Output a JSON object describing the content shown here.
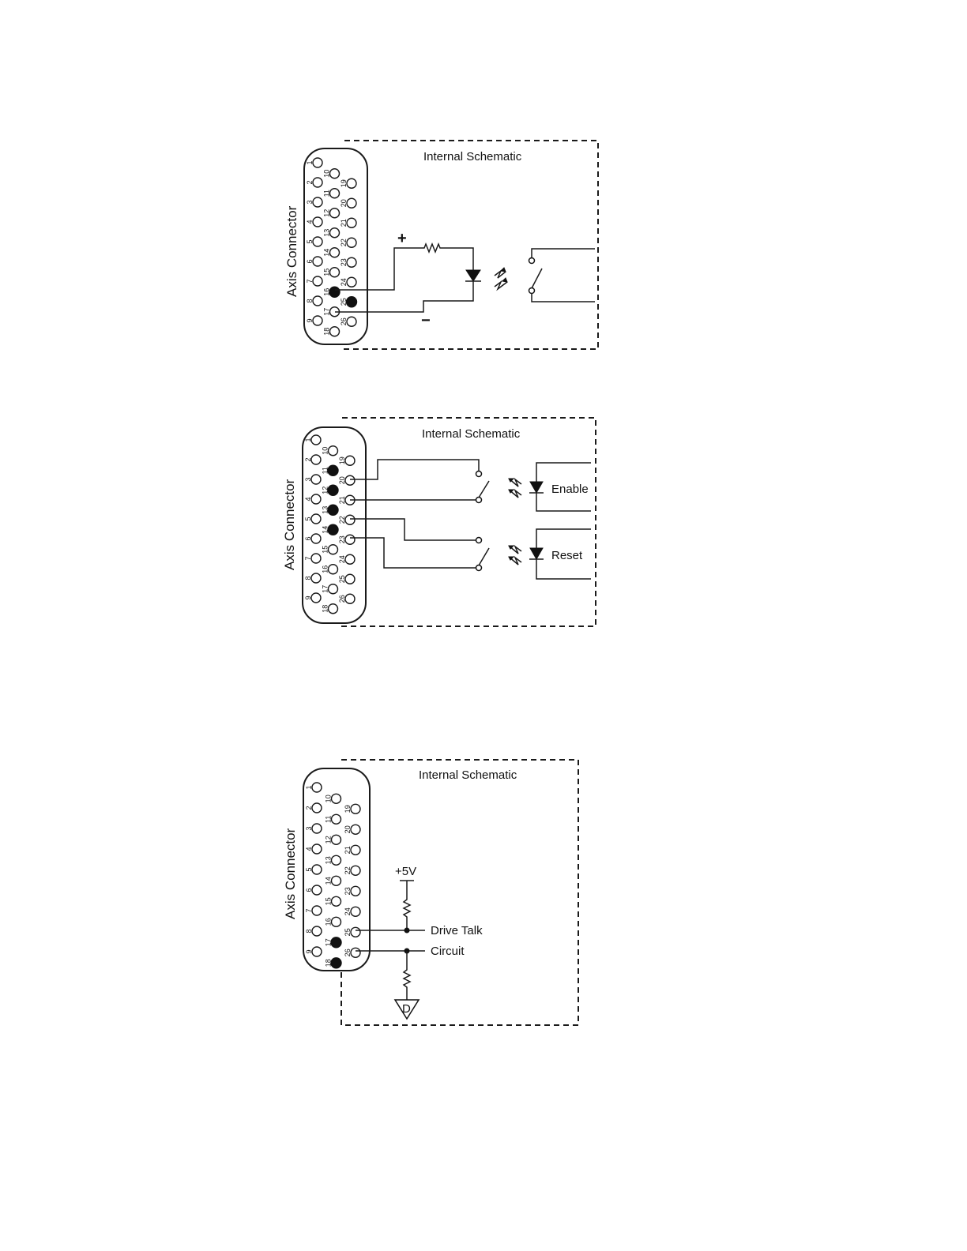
{
  "diagrams": [
    {
      "id": "d1",
      "title": "Internal Schematic",
      "connector_label": "Axis Connector",
      "used_pins": [
        16,
        25
      ],
      "plus_label": "+",
      "minus_label": "−",
      "icons": [
        "resistor-icon",
        "diode-icon",
        "light-arrows-icon",
        "switch-icon"
      ]
    },
    {
      "id": "d2",
      "title": "Internal Schematic",
      "connector_label": "Axis Connector",
      "used_pins": [
        11,
        12,
        13,
        14
      ],
      "channels": [
        {
          "label": "Enable"
        },
        {
          "label": "Reset"
        }
      ],
      "icons": [
        "switch-icon",
        "light-arrows-icon",
        "diode-icon"
      ]
    },
    {
      "id": "d3",
      "title": "Internal Schematic",
      "connector_label": "Axis Connector",
      "used_pins": [
        17,
        18
      ],
      "supply_label": "+5V",
      "signals": [
        {
          "label": "Drive Talk"
        },
        {
          "label": "Circuit"
        }
      ],
      "ground_label": "D",
      "icons": [
        "resistor-icon",
        "ground-icon"
      ]
    }
  ]
}
